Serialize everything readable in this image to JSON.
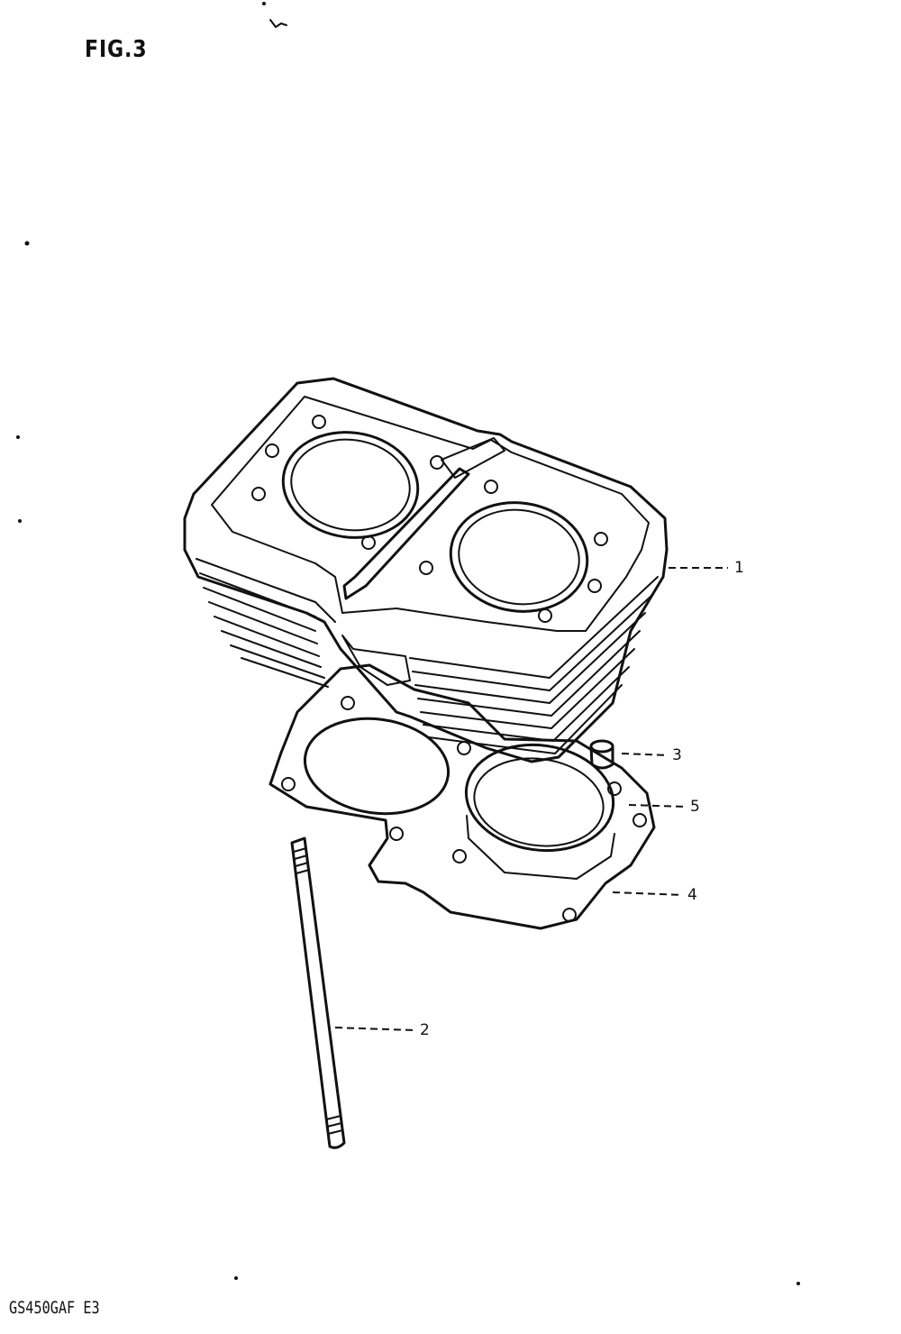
{
  "figure": {
    "title": "FIG.3",
    "model_code": "GS450GAF E3"
  },
  "callouts": [
    {
      "id": "1",
      "label": "1"
    },
    {
      "id": "2",
      "label": "2"
    },
    {
      "id": "3",
      "label": "3"
    },
    {
      "id": "4",
      "label": "4"
    },
    {
      "id": "5",
      "label": "5"
    }
  ],
  "parts": [
    {
      "ref": "1",
      "icon": "cylinder-block-icon"
    },
    {
      "ref": "2",
      "icon": "stud-bolt-icon"
    },
    {
      "ref": "3",
      "icon": "dowel-pin-icon"
    },
    {
      "ref": "4",
      "icon": "base-gasket-icon"
    },
    {
      "ref": "5",
      "icon": "o-ring-icon"
    }
  ],
  "colors": {
    "ink": "#111111",
    "paper": "#ffffff"
  }
}
